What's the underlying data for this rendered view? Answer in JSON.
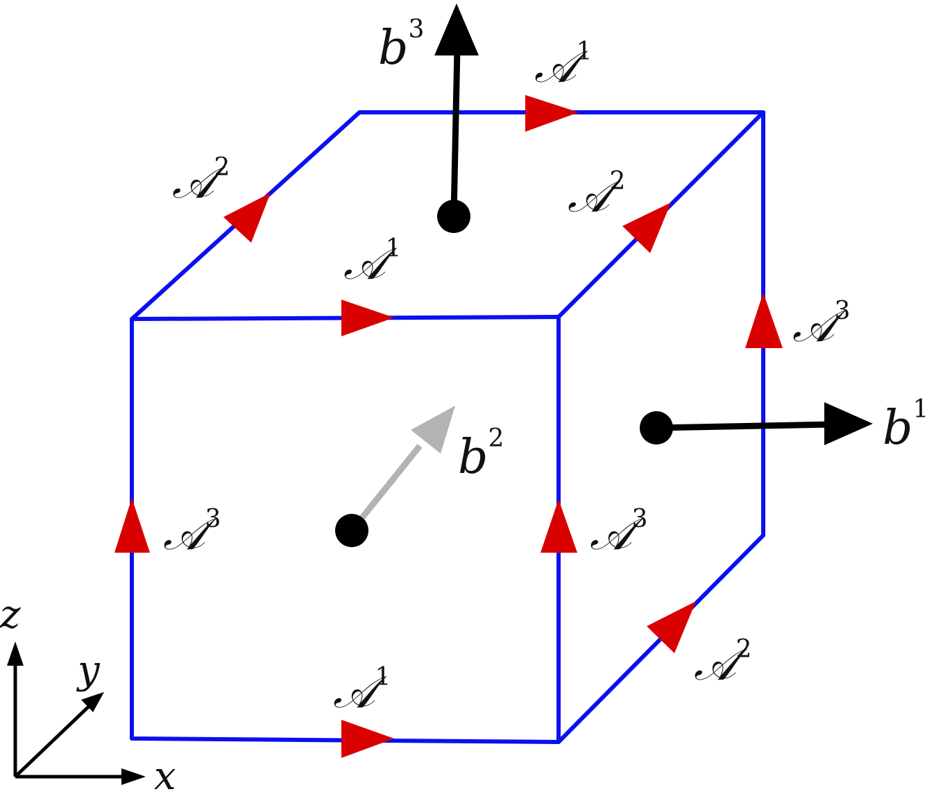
{
  "labels": {
    "A1": "𝒜",
    "A2": "𝒜",
    "A3": "𝒜",
    "b": "b",
    "sup1": "1",
    "sup2": "2",
    "sup3": "3"
  },
  "axes": {
    "x": "x",
    "y": "y",
    "z": "z"
  },
  "colors": {
    "edge": "#0a10f0",
    "arrow": "#d90000",
    "vector_front": "#000000",
    "vector_back": "#b3b3b3"
  }
}
